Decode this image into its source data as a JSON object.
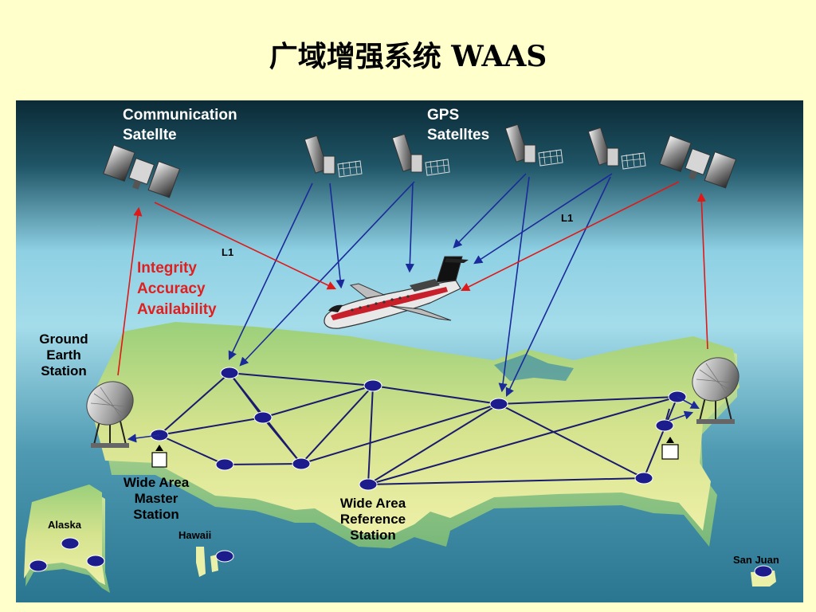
{
  "title": "广域增强系统 WAAS",
  "labels": {
    "comm_sat_1": "Communication",
    "comm_sat_2": "Satellte",
    "gps_sat_1": "GPS",
    "gps_sat_2": "Satelltes",
    "l1_left": "L1",
    "l1_right": "L1",
    "integrity": "Integrity",
    "accuracy": "Accuracy",
    "availability": "Availability",
    "ground_1": "Ground",
    "ground_2": "Earth",
    "ground_3": "Station",
    "master_1": "Wide Area",
    "master_2": "Master",
    "master_3": "Station",
    "ref_1": "Wide Area",
    "ref_2": "Reference",
    "ref_3": "Station",
    "alaska": "Alaska",
    "hawaii": "Hawaii",
    "san_juan": "San Juan"
  },
  "colors": {
    "page_bg": "#ffffcc",
    "sky_top": "#0b2a36",
    "sky_mid": "#8ed0e4",
    "ocean": "#3f8fa8",
    "land": "#dfe79a",
    "land_edge": "#9bcf7a",
    "signal_red": "#e01818",
    "signal_blue": "#1a2a9a",
    "station_node": "#1c1c8c",
    "label_red": "#e02020"
  },
  "icons": [
    "communication-satellite-icon",
    "gps-satellite-icon",
    "jet-airplane-icon",
    "satellite-dish-icon",
    "station-building-icon"
  ]
}
